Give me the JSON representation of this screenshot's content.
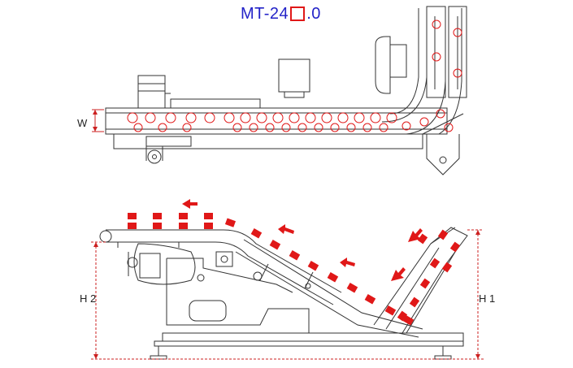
{
  "title": {
    "prefix": "MT-24",
    "suffix": ".0",
    "placeholder_box_color": "#e01818",
    "text_color": "#2323c8"
  },
  "dimensions": {
    "width_label": "W",
    "height_left_label": "H 2",
    "height_right_label": "H 1"
  },
  "colors": {
    "line": "#333333",
    "product": "#e01818",
    "dimension": "#cc2020"
  }
}
